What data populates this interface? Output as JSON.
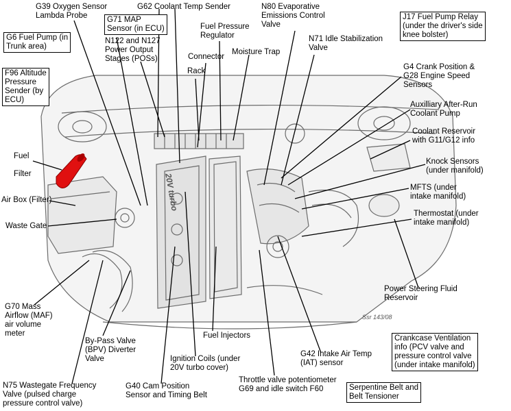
{
  "diagram": {
    "labels": {
      "g39_oxygen_sensor": "G39 Oxygen Sensor\nLambda Probe",
      "g62_coolant_temp": "G62 Coolant Temp Sender",
      "n80_evap_valve": "N80 Evaporative\nEmissions Control\nValve",
      "j17_fuel_pump_relay": "J17 Fuel Pump Relay\n(under the driver's side\nknee bolster)",
      "g71_map_sensor": "G71 MAP\nSensor (in ECU)",
      "fuel_pressure_regulator": "Fuel Pressure\nRegulator",
      "g6_fuel_pump": "G6 Fuel Pump (in\nTrunk area)",
      "n122_n127_stages": "N122 and N127\nPower Output\nStages (POSs)",
      "n71_idle_valve": "N71 Idle Stabilization\nValve",
      "connector": "Connector",
      "moisture_trap": "Moisture Trap",
      "rack": "Rack",
      "f96_altitude_sender": "F96 Altitude\nPressure\nSender (by\nECU)",
      "g4_crank_position": "G4 Crank Position &\nG28 Engine Speed\nSensors",
      "aux_coolant_pump": "Auxilliary After-Run\nCoolant Pump",
      "coolant_reservoir": "Coolant Reservoir\nwith G11/G12 info",
      "fuel_filter": "Fuel\n\nFilter",
      "knock_sensors": "Knock Sensors\n(under manifold)",
      "air_box": "Air Box (Filter)",
      "mfts": "MFTS (under\nintake manifold)",
      "thermostat": "Thermostat (under\nintake manifold)",
      "waste_gate": "Waste Gate",
      "power_steering": "Power Steering Fluid\nReservoir",
      "g70_maf": "G70 Mass\nAirflow (MAF)\nair volume\nmeter",
      "fuel_injectors": "Fuel Injectors",
      "crankcase_ventilation": "Crankcase Ventilation\ninfo (PCV valve and\npressure control valve\n(under intake manifold)",
      "bypass_valve": "By-Pass Valve\n(BPV) Diverter\nValve",
      "ignition_coils": "Ignition Coils (under\n20V turbo cover)",
      "g42_intake_air_temp": "G42 Intake Air Temp\n(IAT) sensor",
      "n75_wastegate": "N75 Wastegate Frequency\nValve (pulsed charge\npressure control valve)",
      "g40_cam_position": "G40 Cam Position\nSensor and Timing Belt",
      "throttle_valve": "Throttle valve potentiometer\nG69 and idle switch F60",
      "serpentine_belt": "Serpentine Belt and\nBelt Tensioner"
    },
    "cover_text": "20V turbo",
    "ssr_code": "Ssr 143/08",
    "colors": {
      "fuel_filter": "#e01010",
      "line": "#000000",
      "sketch": "#6b6b6b",
      "shade": "#d9d9d9"
    }
  }
}
